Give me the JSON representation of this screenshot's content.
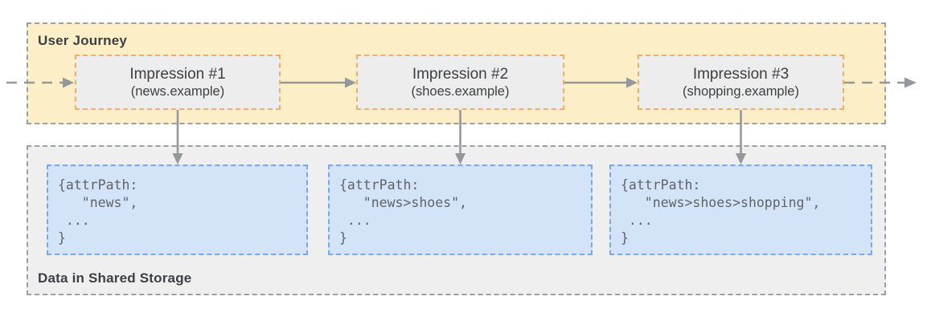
{
  "journey": {
    "label": "User Journey",
    "impressions": [
      {
        "title": "Impression #1",
        "domain": "(news.example)"
      },
      {
        "title": "Impression #2",
        "domain": "(shoes.example)"
      },
      {
        "title": "Impression #3",
        "domain": "(shopping.example)"
      }
    ]
  },
  "storage": {
    "label": "Data in Shared Storage",
    "entries": [
      {
        "code": "{attrPath:\n   \"news\",\n ...\n}"
      },
      {
        "code": "{attrPath:\n   \"news>shoes\",\n ...\n}"
      },
      {
        "code": "{attrPath:\n   \"news>shoes>shopping\",\n ...\n}"
      }
    ]
  },
  "colors": {
    "journey_panel_fill": "#FCEFC8",
    "storage_panel_fill": "#EFEFEF",
    "panel_border": "#9AA0A6",
    "impression_fill": "#EDEDED",
    "impression_border": "#F2AF63",
    "datacard_fill": "#D4E4F8",
    "datacard_border": "#78A7EE",
    "arrow": "#95989B",
    "heading_text": "#3C4043",
    "code_text": "#5F6368"
  }
}
